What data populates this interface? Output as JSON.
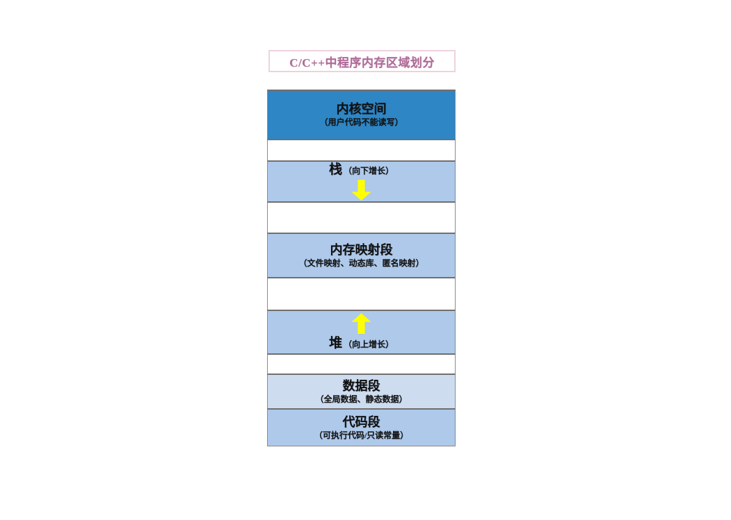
{
  "title": {
    "text": "C/C++中程序内存区域划分",
    "border_color": "#eed2de",
    "text_color": "#b06a98"
  },
  "colors": {
    "kernel_blue": "#2e86c5",
    "section_blue": "#aec9ea",
    "data_blue": "#cedcf0",
    "gap_white": "#ffffff",
    "arrow_yellow": "#ffff00",
    "border_gray": "#8a8a8a"
  },
  "diagram": {
    "name": "C/C++ program memory layout",
    "blocks": [
      {
        "id": "kernel-space",
        "title": "内核空间",
        "subtitle": "（用户代码不能读写）",
        "fill": "#2e86c5",
        "height": 72,
        "layout": "stacked",
        "arrow": "none",
        "edge_mark": ""
      },
      {
        "id": "gap-1",
        "title": "",
        "subtitle": "",
        "fill": "#ffffff",
        "height": 32,
        "layout": "empty",
        "arrow": "none",
        "edge_mark": ""
      },
      {
        "id": "stack",
        "title": "栈",
        "subtitle": "（向下增长）",
        "fill": "#aec9ea",
        "height": 60,
        "layout": "inline",
        "arrow": "down",
        "edge_mark": "#1f9e8e"
      },
      {
        "id": "gap-2",
        "title": "",
        "subtitle": "",
        "fill": "#ffffff",
        "height": 46,
        "layout": "empty",
        "arrow": "none",
        "edge_mark": ""
      },
      {
        "id": "memory-mapping-segment",
        "title": "内存映射段",
        "subtitle": "（文件映射、动态库、匿名映射）",
        "fill": "#aec9ea",
        "height": 65,
        "layout": "stacked",
        "arrow": "none",
        "edge_mark": ""
      },
      {
        "id": "gap-3",
        "title": "",
        "subtitle": "",
        "fill": "#ffffff",
        "height": 48,
        "layout": "empty",
        "arrow": "none",
        "edge_mark": ""
      },
      {
        "id": "heap",
        "title": "堆",
        "subtitle": "（向上增长）",
        "fill": "#aec9ea",
        "height": 64,
        "layout": "inline",
        "arrow": "up",
        "edge_mark": "#e8a33d"
      },
      {
        "id": "gap-4",
        "title": "",
        "subtitle": "",
        "fill": "#ffffff",
        "height": 30,
        "layout": "empty",
        "arrow": "none",
        "edge_mark": ""
      },
      {
        "id": "data-segment",
        "title": "数据段",
        "subtitle": "（全局数据、静态数据）",
        "fill": "#cedcf0",
        "height": 51,
        "layout": "stacked",
        "arrow": "none",
        "edge_mark": "#5b2ed0"
      },
      {
        "id": "code-segment",
        "title": "代码段",
        "subtitle": "（可执行代码/只读常量）",
        "fill": "#aec9ea",
        "height": 55,
        "layout": "stacked",
        "arrow": "none",
        "edge_mark": "#d2502a"
      }
    ]
  }
}
